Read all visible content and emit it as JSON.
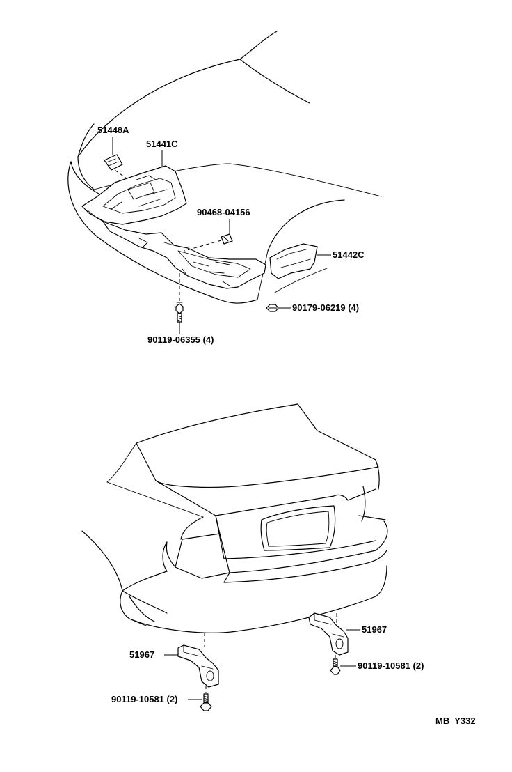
{
  "callouts": {
    "p51448a": "51448A",
    "p51441c": "51441C",
    "p90468": "90468-04156",
    "p51442c": "51442C",
    "p90179": "90179-06219 (4)",
    "p90119_06355": "90119-06355 (4)",
    "p51967_right": "51967",
    "p51967_left": "51967",
    "p90119_10581_right": "90119-10581 (2)",
    "p90119_10581_left": "90119-10581 (2)"
  },
  "footer": {
    "code": "MB  Y332"
  }
}
